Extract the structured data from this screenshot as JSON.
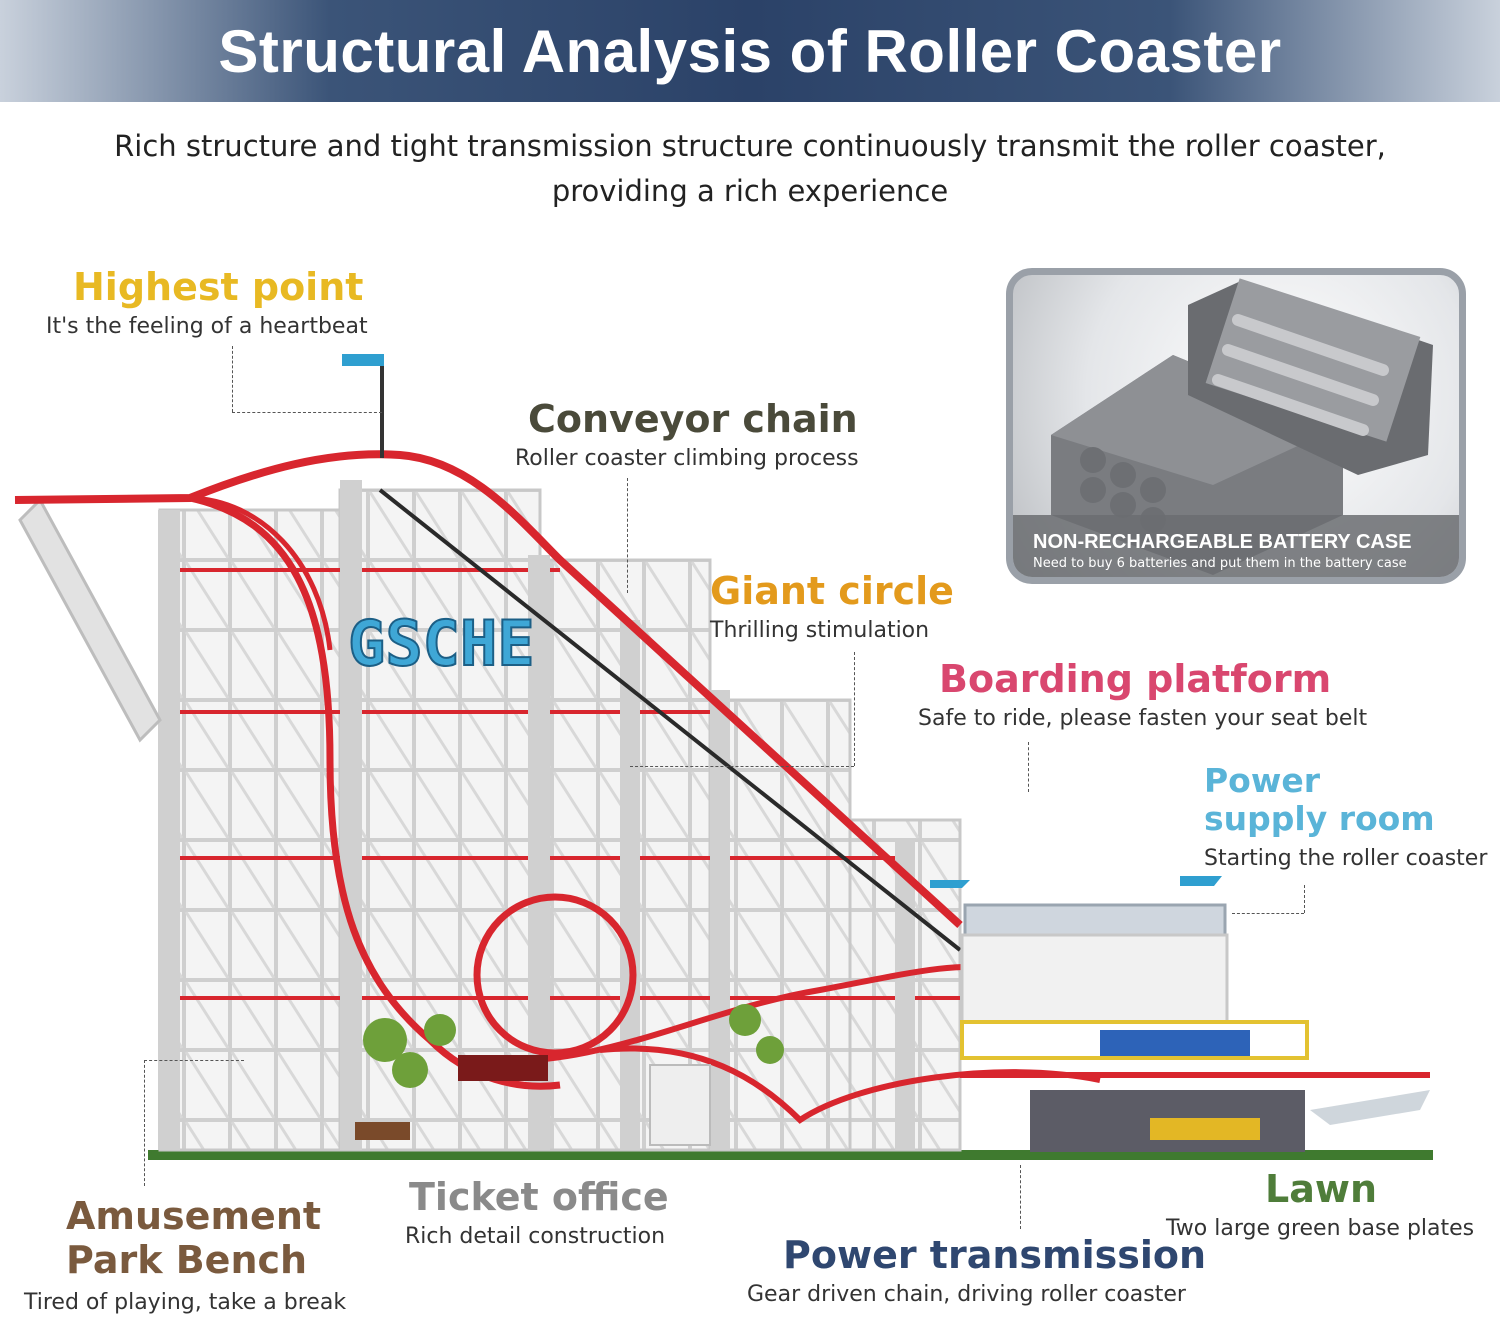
{
  "header": {
    "title": "Structural Analysis of Roller Coaster",
    "subtitle": "Rich structure and tight transmission structure continuously transmit the roller coaster, providing a rich experience"
  },
  "sign_text": "GSCHE",
  "battery_case": {
    "title": "NON-RECHARGEABLE BATTERY CASE",
    "note": "Need to buy 6 batteries and put them in the battery case"
  },
  "labels": {
    "highest_point": {
      "title": "Highest point",
      "desc": "It's the feeling of a heartbeat"
    },
    "conveyor_chain": {
      "title": "Conveyor chain",
      "desc": "Roller coaster climbing process"
    },
    "giant_circle": {
      "title": "Giant circle",
      "desc": "Thrilling stimulation"
    },
    "boarding_platform": {
      "title": "Boarding platform",
      "desc": "Safe to ride, please fasten your seat belt"
    },
    "power_supply_room": {
      "title": "Power supply room",
      "desc": "Starting the roller coaster"
    },
    "amusement_bench": {
      "title": "Amusement Park Bench",
      "desc": "Tired of playing, take a break"
    },
    "ticket_office": {
      "title": "Ticket office",
      "desc": "Rich detail construction"
    },
    "lawn": {
      "title": "Lawn",
      "desc": "Two large green base plates"
    },
    "power_transmission": {
      "title": "Power transmission",
      "desc": "Gear driven chain, driving roller coaster"
    }
  },
  "colors": {
    "banner": "#2b4268",
    "track": "#d8262e",
    "highest_point": "#e8b923",
    "conveyor_chain": "#4a4a3a",
    "giant_circle": "#e39a1c",
    "boarding_platform": "#d9476f",
    "power_supply_room": "#5ab4d8",
    "amusement_bench": "#7a5a3e",
    "ticket_office": "#8a8a8a",
    "lawn": "#4f7d3a",
    "power_transmission": "#2f4770"
  }
}
